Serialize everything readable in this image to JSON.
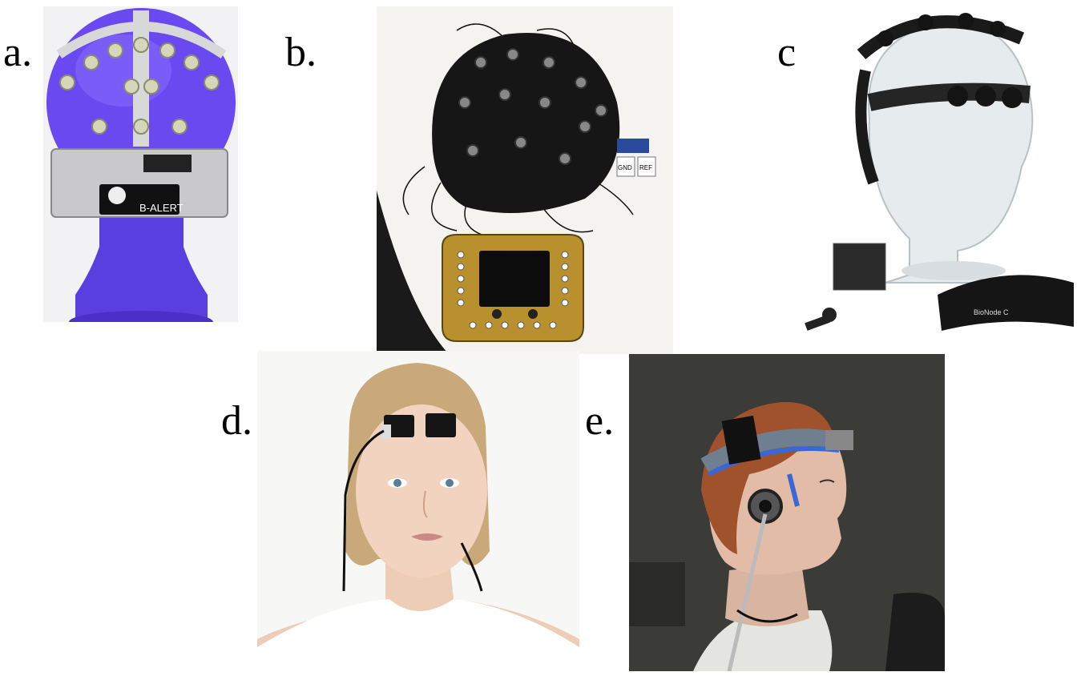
{
  "figure": {
    "panels": [
      {
        "id": "a",
        "label": "a.",
        "device_text": "B-ALERT"
      },
      {
        "id": "b",
        "label": "b.",
        "tags": [
          "GND",
          "REF"
        ]
      },
      {
        "id": "c",
        "label": "c.",
        "band_text": "BioNode C"
      },
      {
        "id": "d",
        "label": "d."
      },
      {
        "id": "e",
        "label": "e."
      }
    ]
  }
}
